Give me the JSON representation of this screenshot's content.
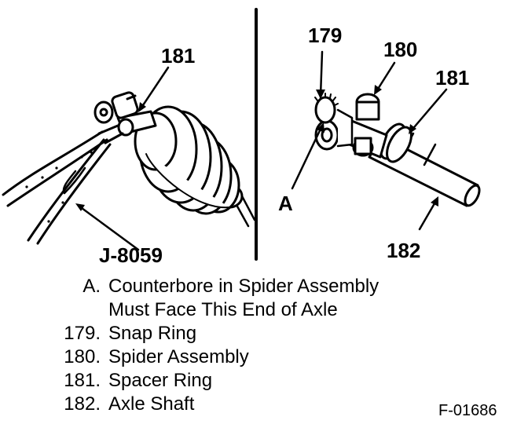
{
  "callouts": {
    "left_181": "181",
    "j8059": "J-8059",
    "right_179": "179",
    "right_180": "180",
    "right_181": "181",
    "right_182": "182",
    "a": "A"
  },
  "legend": [
    {
      "key": "A.",
      "text": "Counterbore in Spider Assembly"
    },
    {
      "key": "",
      "text": "Must Face This End of Axle"
    },
    {
      "key": "179.",
      "text": "Snap Ring"
    },
    {
      "key": "180.",
      "text": "Spider Assembly"
    },
    {
      "key": "181.",
      "text": "Spacer Ring"
    },
    {
      "key": "182.",
      "text": "Axle Shaft"
    }
  ],
  "figure_number": "F-01686"
}
